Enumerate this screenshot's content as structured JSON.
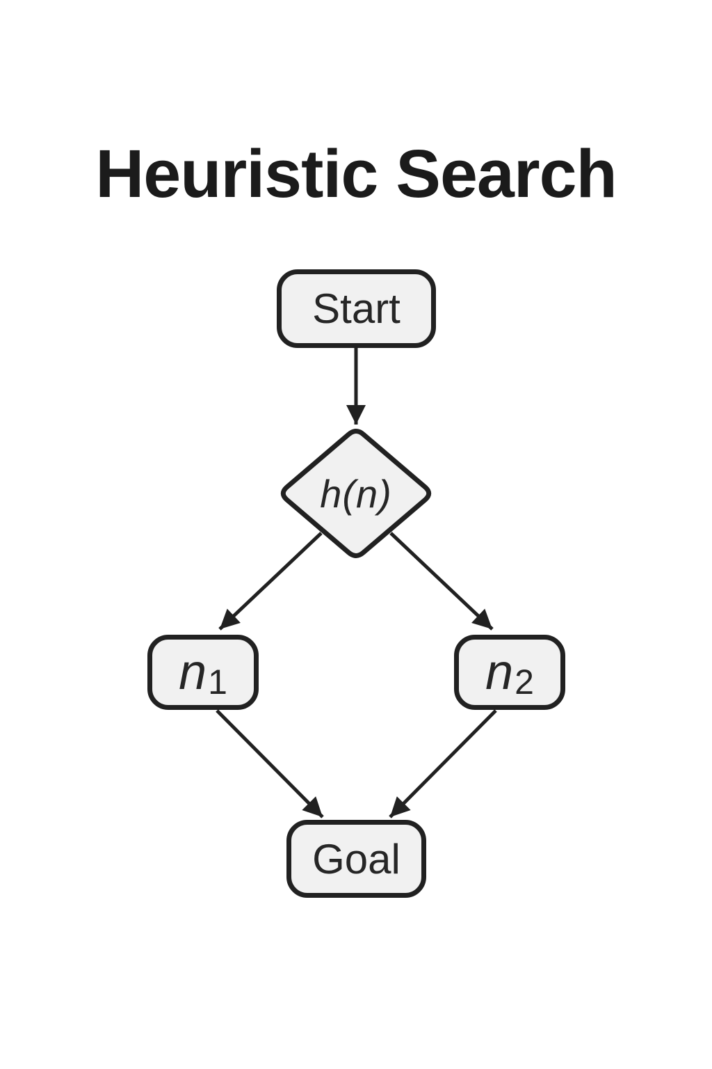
{
  "title": "Heuristic Search",
  "colors": {
    "background": "#ffffff",
    "node_fill": "#f1f1f1",
    "stroke": "#212121",
    "node_text": "#262626",
    "title_text": "#1b1b1b"
  },
  "diagram": {
    "nodes": [
      {
        "id": "start",
        "shape": "rounded-rectangle",
        "label": "Start"
      },
      {
        "id": "heuristic",
        "shape": "diamond",
        "label": "h(n)"
      },
      {
        "id": "n1",
        "shape": "rounded-rectangle",
        "label_main": "n",
        "label_sub": "1"
      },
      {
        "id": "n2",
        "shape": "rounded-rectangle",
        "label_main": "n",
        "label_sub": "2"
      },
      {
        "id": "goal",
        "shape": "rounded-rectangle",
        "label": "Goal"
      }
    ],
    "edges": [
      {
        "from": "start",
        "to": "heuristic"
      },
      {
        "from": "heuristic",
        "to": "n1"
      },
      {
        "from": "heuristic",
        "to": "n2"
      },
      {
        "from": "n1",
        "to": "goal"
      },
      {
        "from": "n2",
        "to": "goal"
      }
    ]
  }
}
